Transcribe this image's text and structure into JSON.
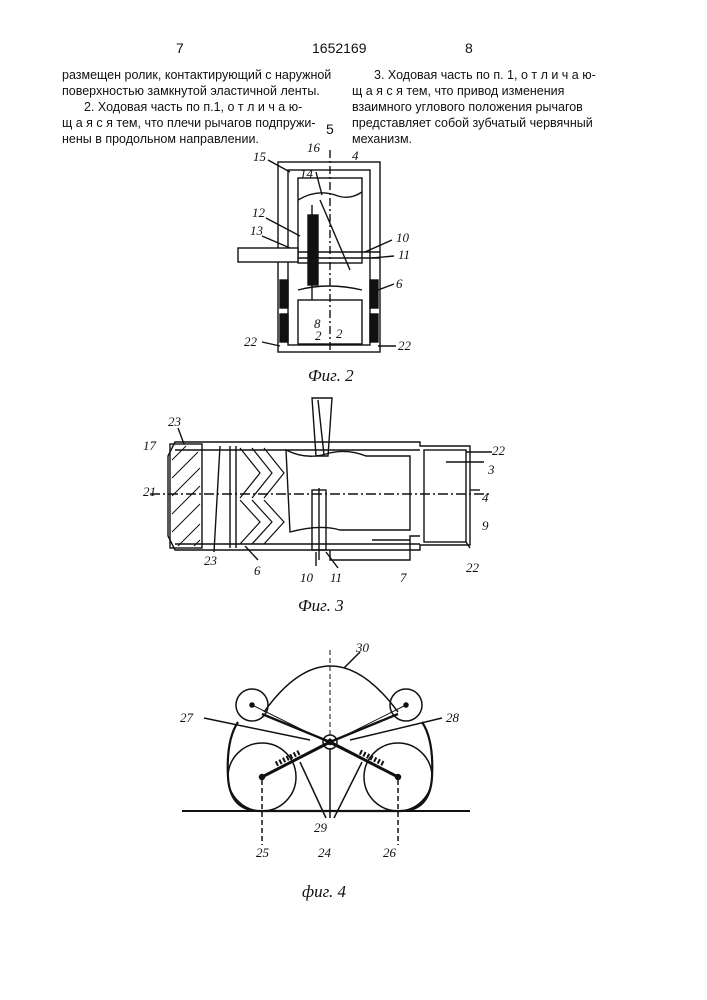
{
  "header": {
    "page_left": "7",
    "patent_number": "1652169",
    "page_right": "8"
  },
  "left_column": {
    "line1": "размещен ролик, контактирующий с наружной",
    "line2": "поверхностью замкнутой эластичной ленты.",
    "line3": "2. Ходовая часть по п.1, о т л и ч а ю-",
    "line4": "щ а я с я тем, что плечи рычагов подпружи-",
    "line5": "нены в продольном направлении."
  },
  "line_number": "5",
  "right_column": {
    "line1": "3. Ходовая часть по п. 1, о т л и ч а ю-",
    "line2": "щ а я с я тем, что привод изменения",
    "line3": "взаимного углового положения рычагов",
    "line4": "представляет собой зубчатый червячный",
    "line5": "механизм."
  },
  "figures": {
    "fig2": {
      "caption": "Фиг. 2",
      "labels": {
        "l15": "15",
        "l16": "16",
        "l4": "4",
        "l14": "14",
        "l12": "12",
        "l13": "13",
        "l10": "10",
        "l11": "11",
        "l6": "6",
        "l8": "8",
        "l2a": "2",
        "l2b": "2",
        "l22a": "22",
        "l22b": "22"
      }
    },
    "fig3": {
      "caption": "Фиг. 3",
      "labels": {
        "l23a": "23",
        "l17": "17",
        "l21": "21",
        "l23b": "23",
        "l6": "6",
        "l10": "10",
        "l11": "11",
        "l7": "7",
        "l22a": "22",
        "l3": "3",
        "l4": "4",
        "l9": "9",
        "l22b": "22"
      }
    },
    "fig4": {
      "caption": "фиг. 4",
      "labels": {
        "l30": "30",
        "l27": "27",
        "l28": "28",
        "l29": "29",
        "l25": "25",
        "l24": "24",
        "l26": "26"
      }
    }
  }
}
